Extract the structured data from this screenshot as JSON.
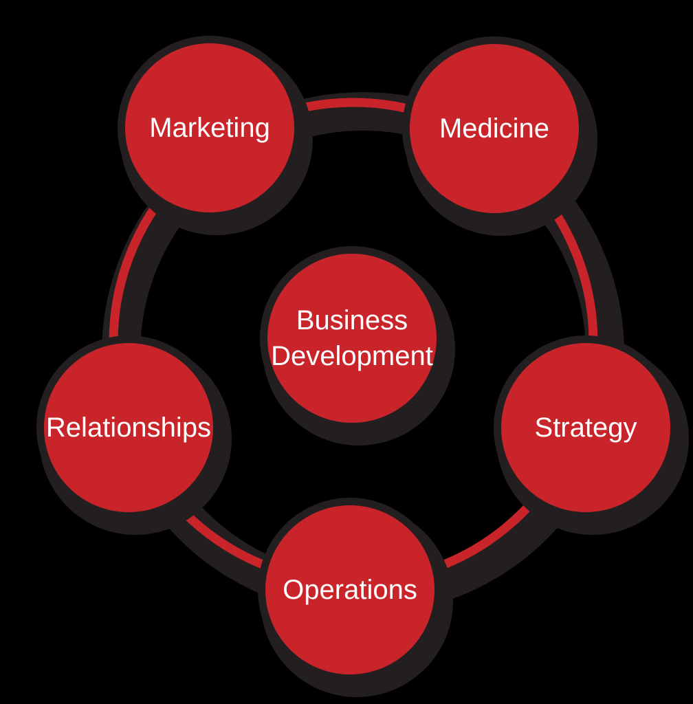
{
  "diagram": {
    "center_node": {
      "label": "Business Development"
    },
    "nodes": [
      {
        "label": "Marketing",
        "position": "top-left"
      },
      {
        "label": "Medicine",
        "position": "top-right"
      },
      {
        "label": "Strategy",
        "position": "right"
      },
      {
        "label": "Operations",
        "position": "bottom"
      },
      {
        "label": "Relationships",
        "position": "left"
      }
    ],
    "colors": {
      "background": "#000000",
      "node_fill": "#ca242b",
      "ring_red": "#ca242b",
      "dark_outline": "#231f20",
      "text": "#ffffff"
    }
  }
}
